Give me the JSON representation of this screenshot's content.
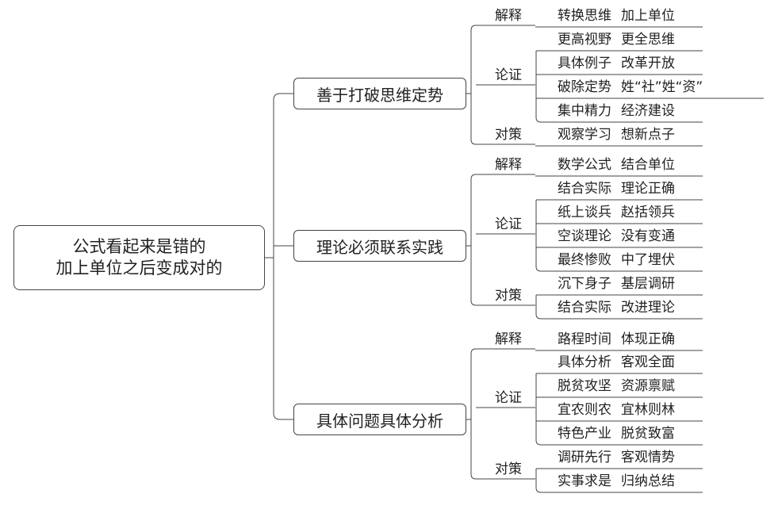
{
  "root": {
    "lines": [
      "公式看起来是错的",
      "加上单位之后变成对的"
    ]
  },
  "branches": [
    {
      "title": "善于打破思维定势",
      "groups": [
        {
          "label": "解释",
          "items": [
            [
              "转换思维",
              "加上单位"
            ]
          ]
        },
        {
          "label": "论证",
          "items": [
            [
              "更高视野",
              "更全思维"
            ],
            [
              "具体例子",
              "改革开放"
            ],
            [
              "破除定势",
              "姓“社”姓“资”"
            ],
            [
              "集中精力",
              "经济建设"
            ]
          ]
        },
        {
          "label": "对策",
          "items": [
            [
              "观察学习",
              "想新点子"
            ]
          ]
        }
      ]
    },
    {
      "title": "理论必须联系实践",
      "groups": [
        {
          "label": "解释",
          "items": [
            [
              "数学公式",
              "结合单位"
            ]
          ]
        },
        {
          "label": "论证",
          "items": [
            [
              "结合实际",
              "理论正确"
            ],
            [
              "纸上谈兵",
              "赵括领兵"
            ],
            [
              "空谈理论",
              "没有变通"
            ],
            [
              "最终惨败",
              "中了埋伏"
            ]
          ]
        },
        {
          "label": "对策",
          "items": [
            [
              "沉下身子",
              "基层调研"
            ],
            [
              "结合实际",
              "改进理论"
            ]
          ]
        }
      ]
    },
    {
      "title": "具体问题具体分析",
      "groups": [
        {
          "label": "解释",
          "items": [
            [
              "路程时间",
              "体现正确"
            ]
          ]
        },
        {
          "label": "论证",
          "items": [
            [
              "具体分析",
              "客观全面"
            ],
            [
              "脱贫攻坚",
              "资源禀赋"
            ],
            [
              "宜农则农",
              "宜林则林"
            ],
            [
              "特色产业",
              "脱贫致富"
            ]
          ]
        },
        {
          "label": "对策",
          "items": [
            [
              "调研先行",
              "客观情势"
            ],
            [
              "实事求是",
              "归纳总结"
            ]
          ]
        }
      ]
    }
  ]
}
